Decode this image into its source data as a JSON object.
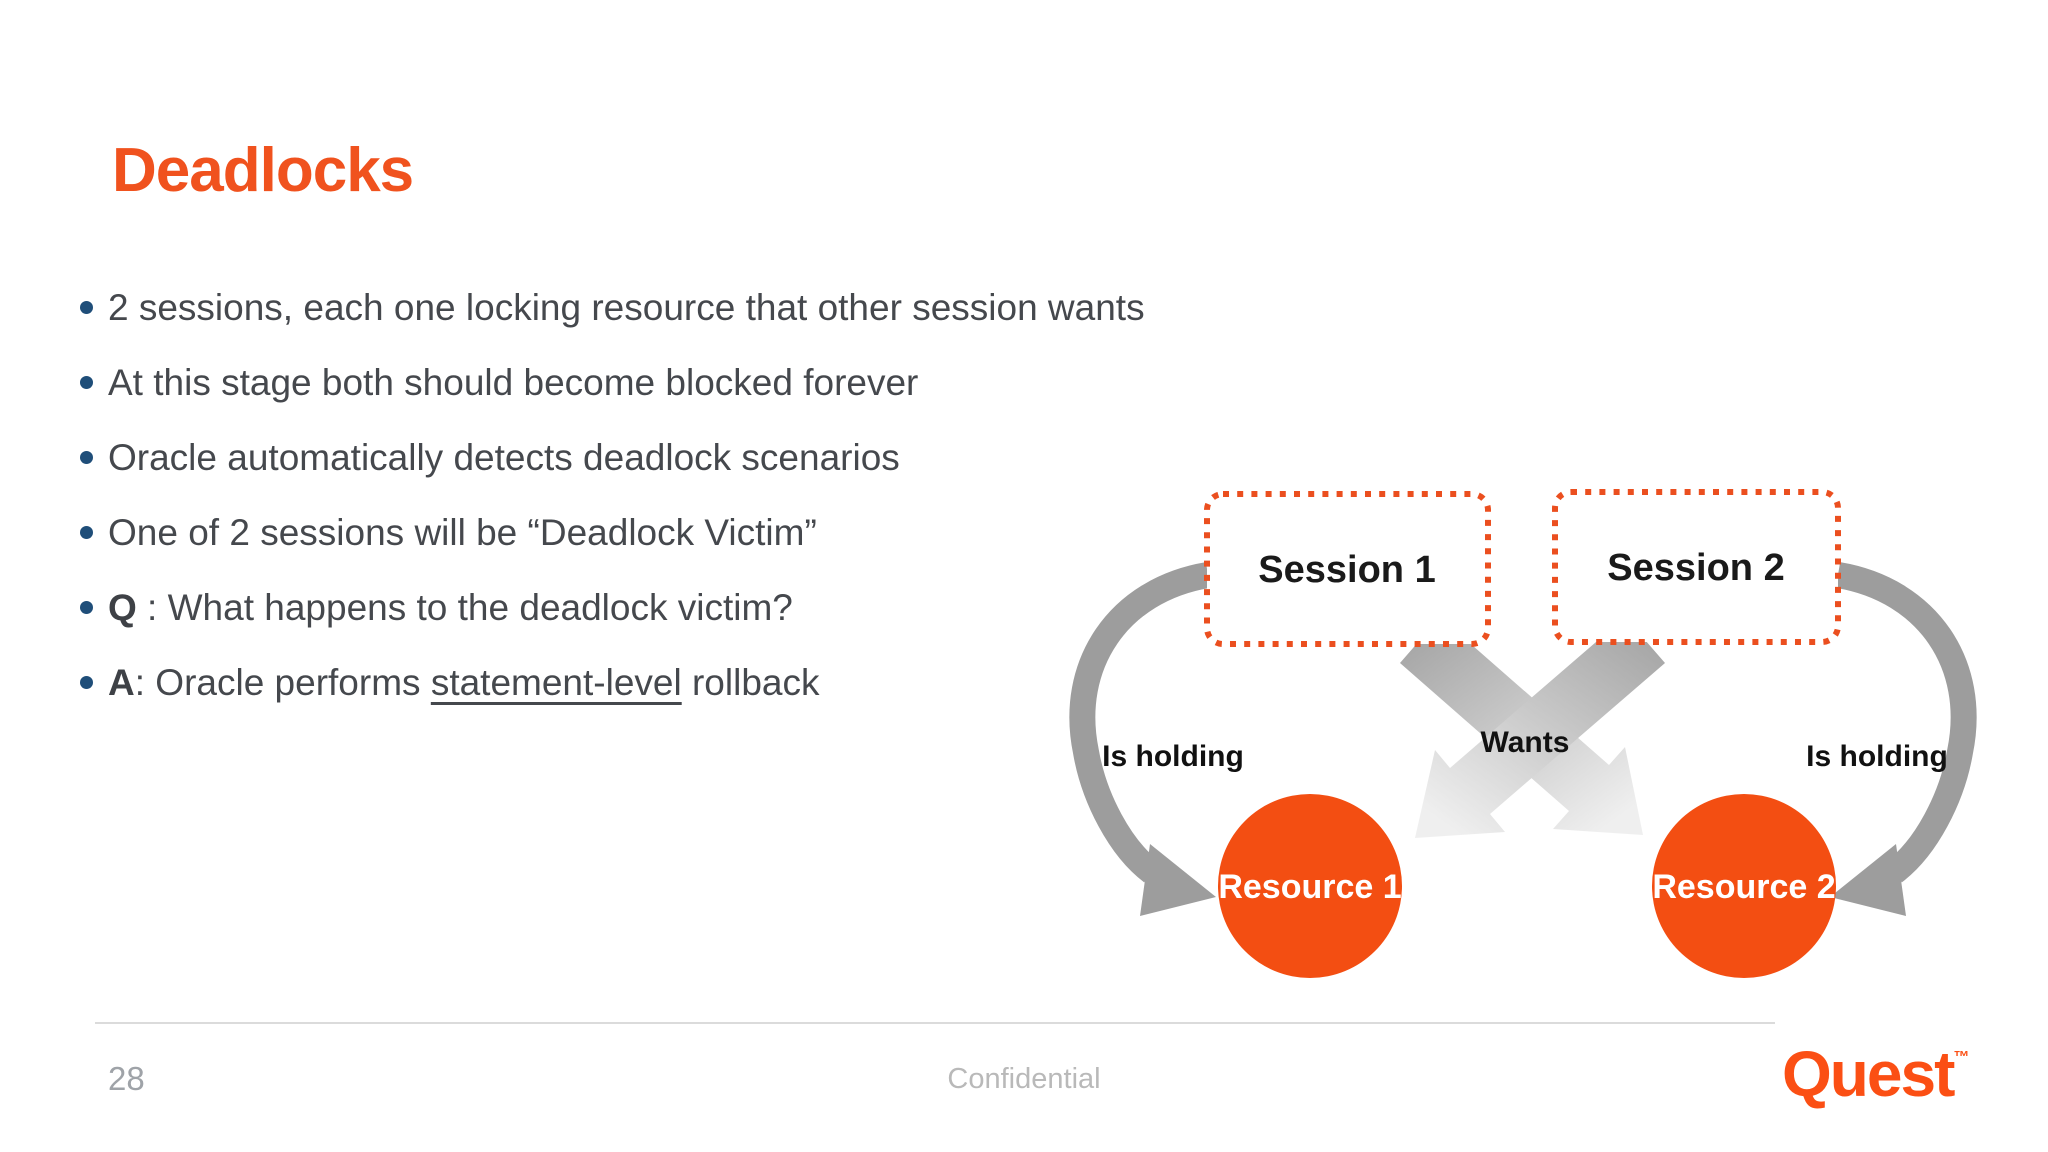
{
  "slide": {
    "title": "Deadlocks",
    "bullets": [
      {
        "text": "2 sessions, each one locking resource that other session wants"
      },
      {
        "text": "At this stage both should become blocked forever"
      },
      {
        "text": "Oracle automatically detects deadlock scenarios"
      },
      {
        "text": "One of 2 sessions will be “Deadlock Victim”"
      },
      {
        "prefix": "Q",
        "separator": " : ",
        "rest": "What happens to the deadlock victim?"
      },
      {
        "prefix": "A",
        "separator": ": ",
        "rest_pre": "Oracle performs ",
        "rest_underlined": "statement-level",
        "rest_post": " rollback"
      }
    ],
    "diagram": {
      "session1_label": "Session 1",
      "session2_label": "Session 2",
      "resource1_label": "Resource 1",
      "resource2_label": "Resource 2",
      "session1_holding_label": "Is holding",
      "session2_holding_label": "Is holding",
      "wants_label": "Wants"
    },
    "footer": {
      "page_number": "28",
      "confidential": "Confidential",
      "brand": "Quest",
      "brand_tm": "™"
    },
    "colors": {
      "accent_orange": "#EB4F1F",
      "resource_orange": "#F34E12",
      "bullet_blue": "#1F4E79",
      "arrow_gray": "#9D9D9D",
      "text_gray": "#45484D"
    }
  }
}
